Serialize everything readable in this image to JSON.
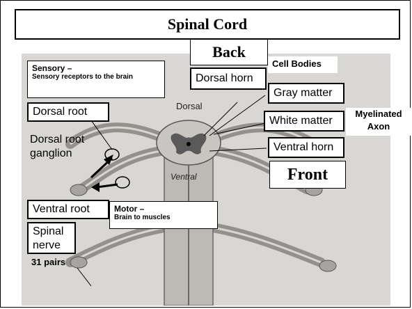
{
  "title": "Spinal Cord",
  "labels": {
    "back": "Back",
    "front": "Front",
    "cell_bodies": "Cell Bodies",
    "dorsal_horn": "Dorsal horn",
    "gray_matter": "Gray matter",
    "white_matter": "White matter",
    "myelinated_axon": "Myelinated Axon",
    "ventral_horn": "Ventral horn",
    "sensory_title": "Sensory –",
    "sensory_desc": "Sensory receptors to the brain",
    "dorsal_root": "Dorsal root",
    "dorsal_root_ganglion": "Dorsal root ganglion",
    "ventral_root": "Ventral root",
    "motor_title": "Motor –",
    "motor_desc": "Brain to muscles",
    "spinal_nerve": "Spinal nerve",
    "pairs": "31 pairs",
    "dorsal_text": "Dorsal",
    "ventral_text": "Ventral"
  },
  "colors": {
    "background": "#d9d7d4",
    "tissue": "#bdbab6",
    "gray_matter": "#5a5a5a",
    "line": "#000000"
  }
}
